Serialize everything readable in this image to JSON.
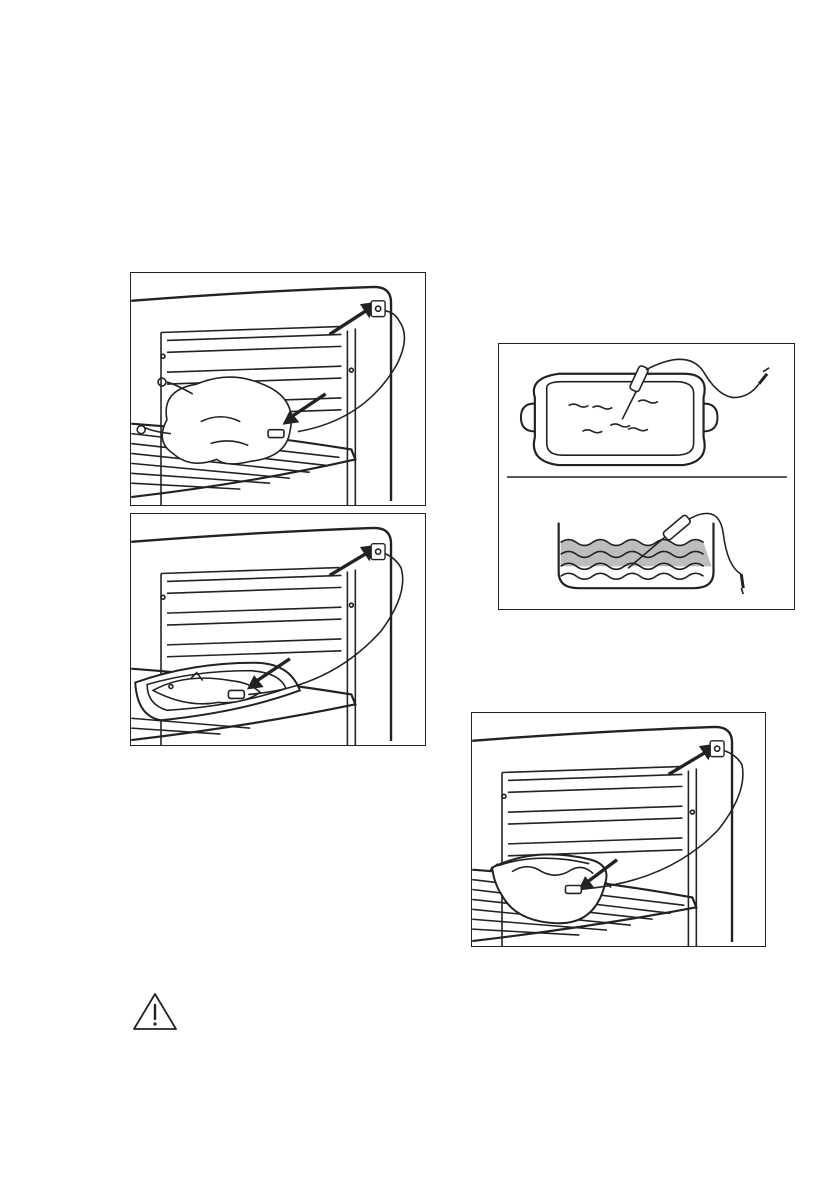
{
  "figures": [
    {
      "id": "chicken",
      "subject": "whole-chicken-on-grid"
    },
    {
      "id": "fish",
      "subject": "fish-on-baking-tray"
    },
    {
      "id": "dish",
      "subject": "casserole-dish-top-and-side-view"
    },
    {
      "id": "bowl",
      "subject": "bowl-on-grid"
    }
  ],
  "icons": {
    "warning": "warning-triangle-icon",
    "arrow": "arrow-icon",
    "probe": "core-temperature-probe-icon",
    "socket": "probe-socket-icon"
  },
  "colors": {
    "line": "#222222",
    "fill_light": "#ffffff",
    "liquid": "#bdbdbd"
  }
}
